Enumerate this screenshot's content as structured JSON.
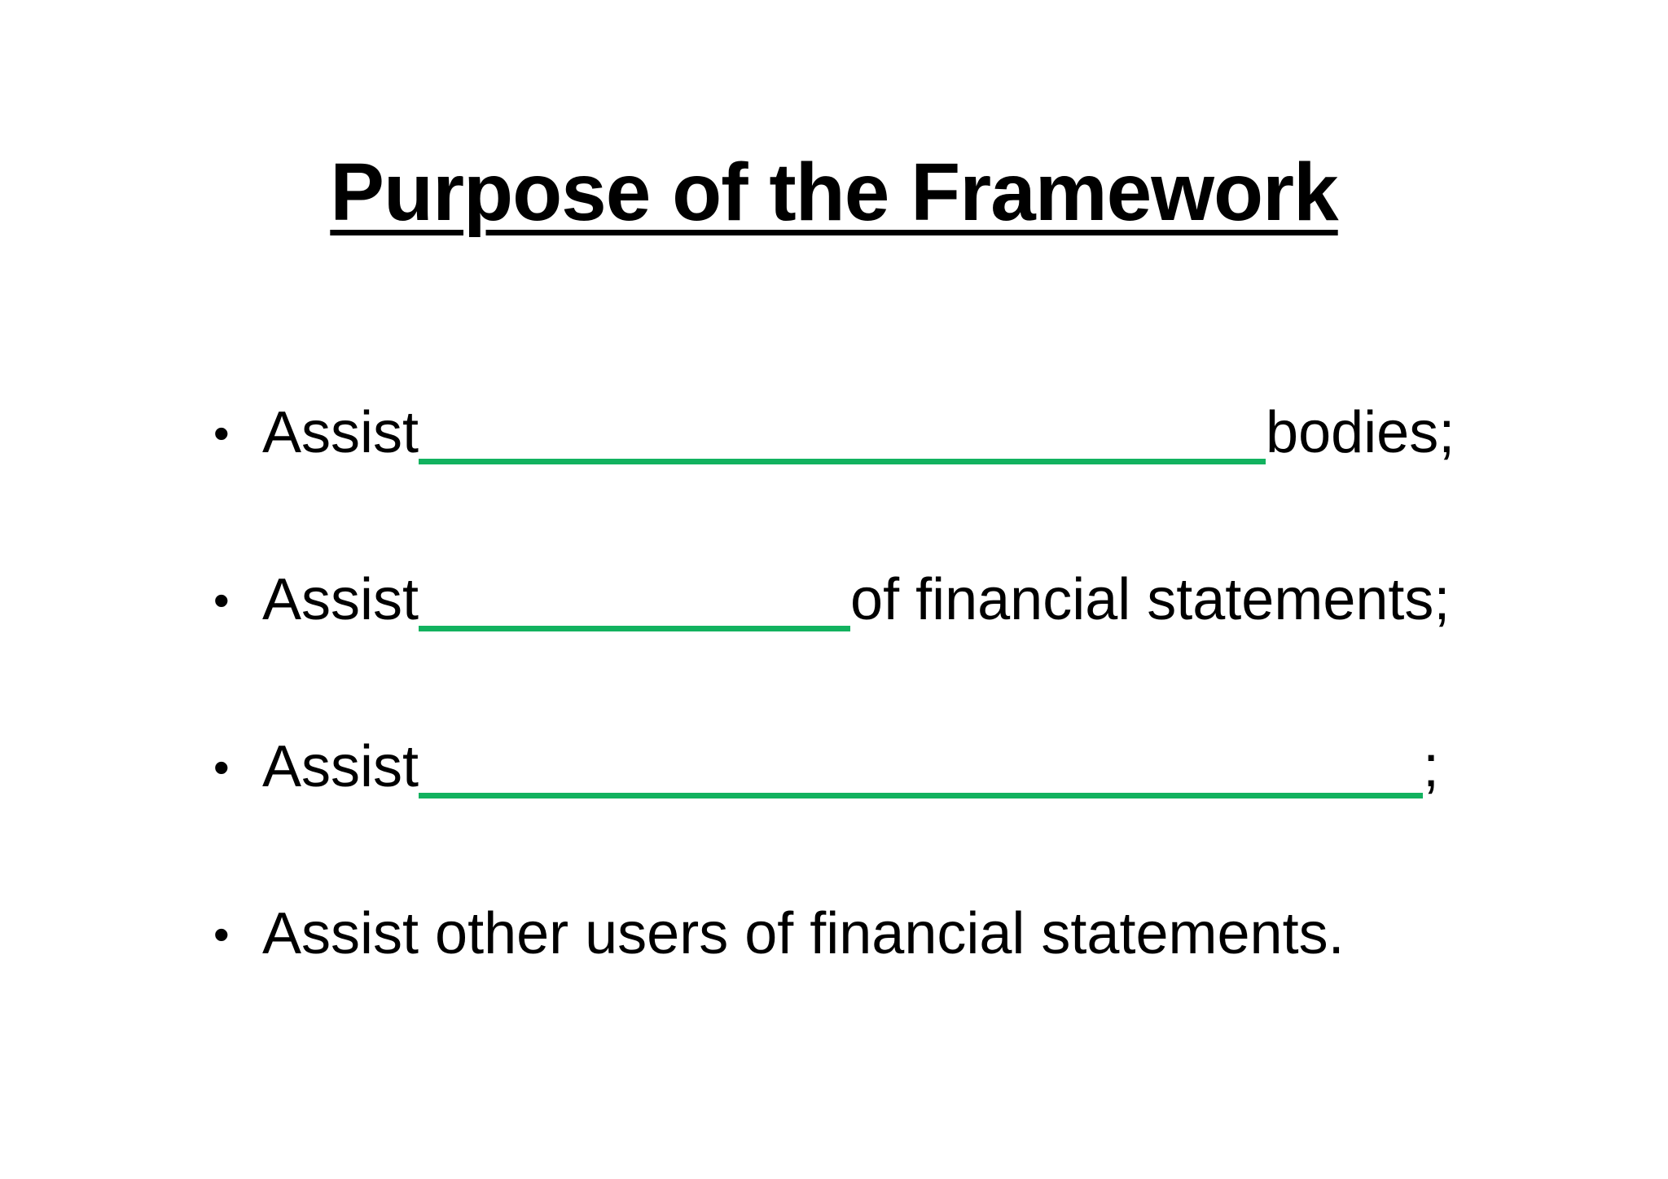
{
  "slide": {
    "title": "Purpose of the Framework",
    "bullet_char": "•",
    "bullets": [
      {
        "prefix": "Assist",
        "has_blank": true,
        "blank_length": "long",
        "suffix": "bodies;"
      },
      {
        "prefix": "Assist",
        "has_blank": true,
        "blank_length": "medium",
        "suffix": "of financial statements;"
      },
      {
        "prefix": "Assist",
        "has_blank": true,
        "blank_length": "extra-long",
        "suffix": ";"
      },
      {
        "prefix": "Assist other users of financial statements.",
        "has_blank": false,
        "suffix": ""
      }
    ],
    "colors": {
      "background": "#FFFFFF",
      "text": "#000000",
      "blank_line": "#12B25F"
    }
  }
}
